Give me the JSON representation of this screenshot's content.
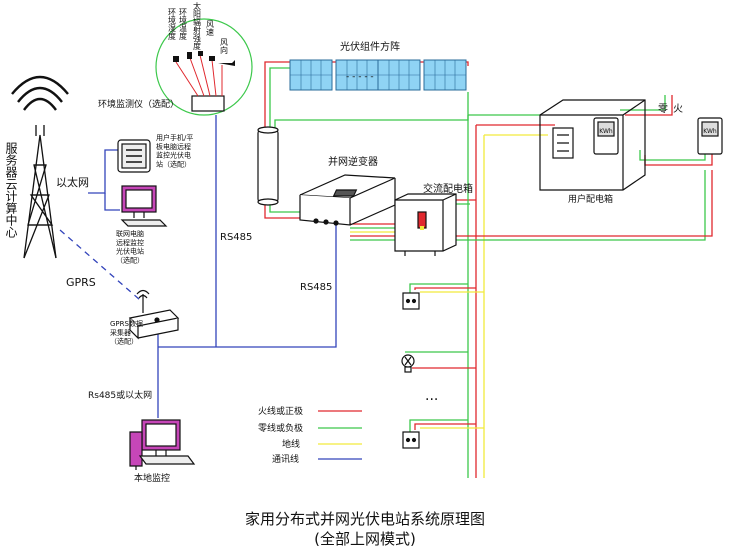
{
  "labels": {
    "server_cloud": "服务器云计算中心",
    "ethernet": "以太网",
    "gprs": "GPRS",
    "gprs_collector": "GPRS数据\n采集器\n（选配）",
    "env_monitor": "环境监测仪（选配）",
    "sensors": [
      "环境湿度",
      "环境温度",
      "太阳辐射强度",
      "风速",
      "风向"
    ],
    "pv_array": "光伏组件方阵",
    "inverter": "并网逆变器",
    "ac_box": "交流配电箱",
    "user_box": "用户配电箱",
    "neutral": "零",
    "live": "火",
    "rs485_a": "RS485",
    "rs485_b": "RS485",
    "rs485_or_eth": "Rs485或以太网",
    "mobile_monitor": "用户手机/平\n板电脑远程\n监控光伏电\n站（选配）",
    "pc_monitor": "联网电脑\n远程监控\n光伏电站\n（选配）",
    "local_monitor": "本地监控",
    "meter_kwh": "KWh",
    "ellipsis": "···",
    "pv_ellipsis": "- - - - -"
  },
  "legend": [
    {
      "label": "火线或正极",
      "color": "#e0282e"
    },
    {
      "label": "零线或负极",
      "color": "#3cc84b"
    },
    {
      "label": "地线",
      "color": "#f2ea3c"
    },
    {
      "label": "通讯线",
      "color": "#3344bb"
    }
  ],
  "title": {
    "line1": "家用分布式并网光伏电站系统原理图",
    "line2": "(全部上网模式)"
  }
}
